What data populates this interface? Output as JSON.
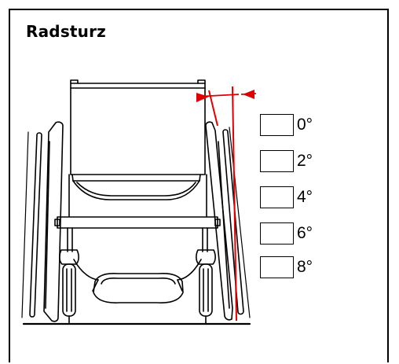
{
  "title": "Radsturz",
  "options": [
    {
      "label": "0°",
      "checked": false
    },
    {
      "label": "2°",
      "checked": false
    },
    {
      "label": "4°",
      "checked": false
    },
    {
      "label": "6°",
      "checked": false
    },
    {
      "label": "8°",
      "checked": false
    }
  ],
  "colors": {
    "accent": "#e00000",
    "line": "#000000",
    "background": "#ffffff"
  },
  "icons": {
    "illustration": "wheelchair-camber-icon"
  }
}
